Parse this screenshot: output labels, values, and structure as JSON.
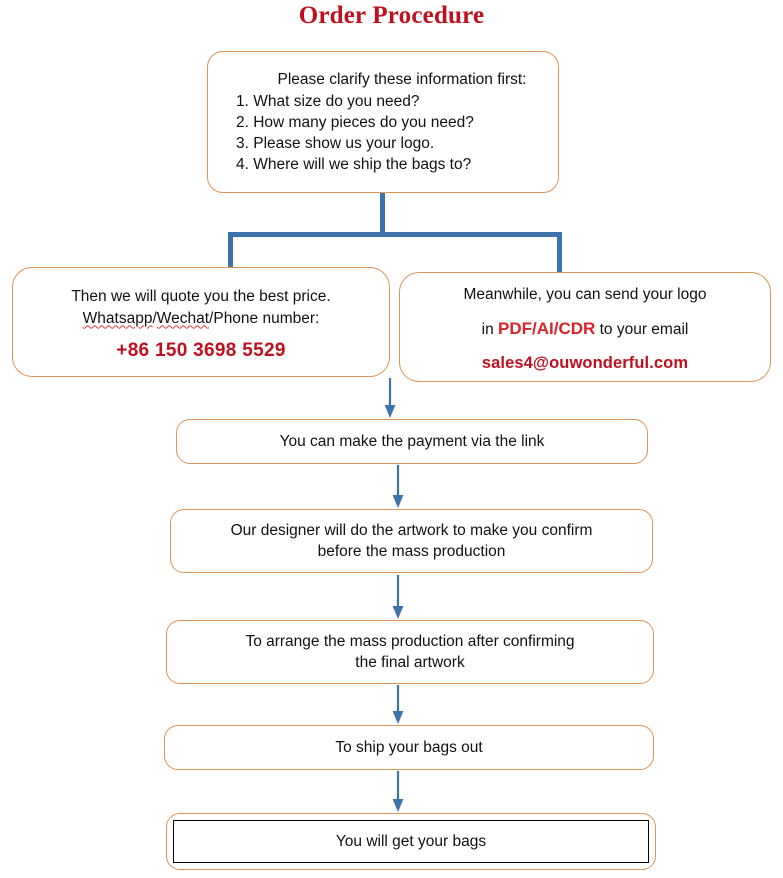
{
  "title": "Order Procedure",
  "colors": {
    "title_red": "#C00F1E",
    "box_border_orange": "#DE9455",
    "connector_blue": "#3C73AC",
    "highlight_red": "#D8232A",
    "inner_frame_black": "#000000"
  },
  "intro_box": {
    "headline": "Please clarify these information first:",
    "questions": [
      "1. What size do you need?",
      "2. How many pieces do you need?",
      "3. Please show us your logo.",
      "4. Where will we ship the bags to?"
    ]
  },
  "quote_box": {
    "line1": "Then we will quote you the best price.",
    "line2_part1": "Whatsapp",
    "line2_sep1": "/",
    "line2_part2": "Wechat",
    "line2_part3": "/Phone number:",
    "phone": "+86 150 3698 5529"
  },
  "logo_box": {
    "line1": "Meanwhile, you can send your logo",
    "line2_prefix": "in ",
    "line2_formats": "PDF/AI/CDR",
    "line2_suffix": " to your email",
    "email": "sales4@ouwonderful.com"
  },
  "steps": {
    "payment": "You can make the payment via the link",
    "designer_line1": "Our designer will do the artwork to make you confirm",
    "designer_line2": "before the mass production",
    "massprod_line1": "To arrange the mass production after confirming",
    "massprod_line2": "the final artwork",
    "ship": "To ship your bags out",
    "final": "You will get your bags"
  }
}
